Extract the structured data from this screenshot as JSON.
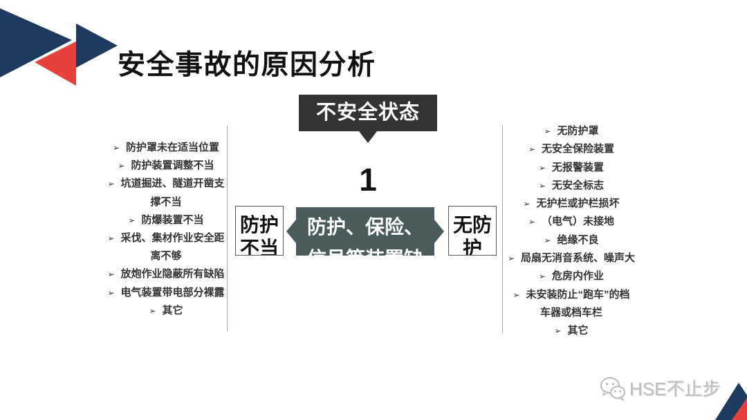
{
  "colors": {
    "navy": "#1d3a5f",
    "red": "#e8403d",
    "header_box": "#333333",
    "center_box": "#4a5b5c",
    "title": "#111111",
    "list_text": "#333333",
    "divider": "#a6a6a6",
    "box_border": "#555555",
    "watermark": "#bdbdbd"
  },
  "slide": {
    "title": "安全事故的原因分析",
    "header_box": "不安全状态",
    "number": "1",
    "center_box": {
      "lines": [
        "防护、保险、",
        "信号等装置缺"
      ]
    },
    "left_box": {
      "lines": [
        "防护",
        "不当"
      ]
    },
    "right_box": {
      "lines": [
        "无防",
        "护"
      ]
    }
  },
  "lists": {
    "bullet": "➢",
    "left": [
      {
        "lines": [
          "防护罩未在适当位置"
        ]
      },
      {
        "lines": [
          "防护装置调整不当"
        ]
      },
      {
        "lines": [
          "坑道掘进、隧道开凿支",
          "撑不当"
        ]
      },
      {
        "lines": [
          "防爆装置不当"
        ]
      },
      {
        "lines": [
          "采伐、集材作业安全距",
          "离不够"
        ]
      },
      {
        "lines": [
          "放炮作业隐蔽所有缺陷"
        ]
      },
      {
        "lines": [
          "电气装置带电部分裸露"
        ]
      },
      {
        "lines": [
          "其它"
        ]
      }
    ],
    "right": [
      {
        "lines": [
          "无防护罩"
        ]
      },
      {
        "lines": [
          "无安全保险装置"
        ]
      },
      {
        "lines": [
          "无报警装置"
        ]
      },
      {
        "lines": [
          "无安全标志"
        ]
      },
      {
        "lines": [
          "无护栏或护栏损坏"
        ]
      },
      {
        "lines": [
          "（电气）未接地"
        ]
      },
      {
        "lines": [
          "绝缘不良"
        ]
      },
      {
        "lines": [
          "局扇无消音系统、噪声大"
        ]
      },
      {
        "lines": [
          "危房内作业"
        ]
      },
      {
        "lines": [
          "未安装防止“跑车”的档",
          "车器或档车栏"
        ]
      },
      {
        "lines": [
          "其它"
        ]
      }
    ]
  },
  "watermark": {
    "icon": "wechat-icon",
    "text": "HSE不止步"
  }
}
